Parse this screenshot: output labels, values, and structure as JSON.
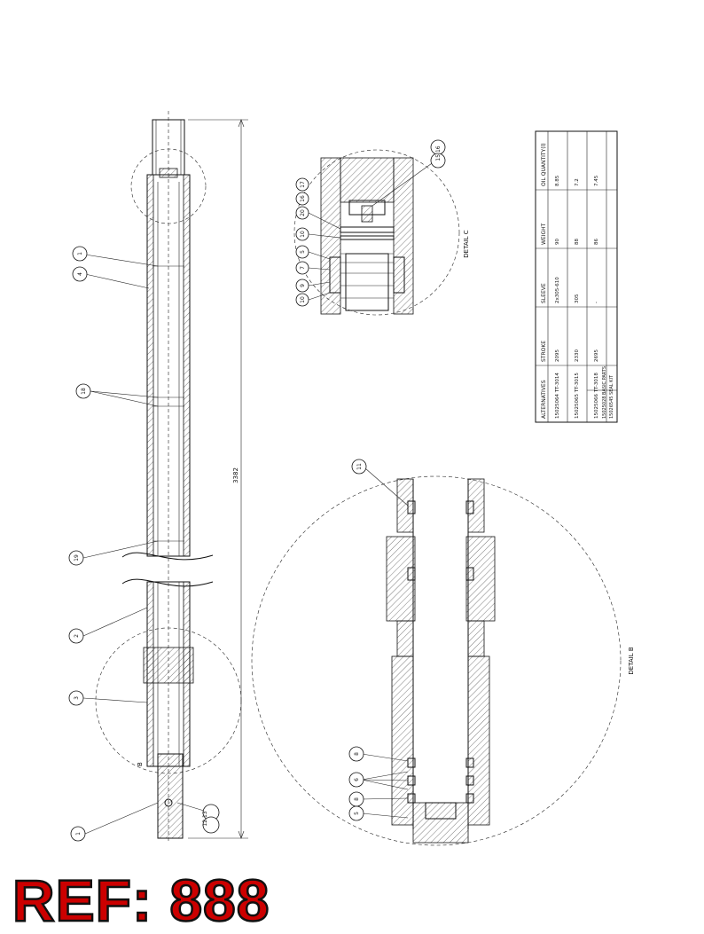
{
  "reference": "REF: 888",
  "dimension": "3382",
  "detail_b_label": "DETAIL B",
  "detail_c_label": "DETAIL C",
  "marker_b": "B",
  "callouts_main": [
    "1",
    "4",
    "18",
    "19",
    "2",
    "3",
    "1",
    "12 13"
  ],
  "callouts_detail_c": [
    "15 16",
    "10",
    "9",
    "7",
    "5",
    "10",
    "20",
    "16",
    "17"
  ],
  "callouts_detail_b": [
    "11",
    "8",
    "6",
    "8",
    "5"
  ],
  "table": {
    "headers": [
      "ALTERNATIVES",
      "STROKE",
      "SLEEVE",
      "WEIGHT",
      "OIL QUANTITY(l)"
    ],
    "rows": [
      [
        "15025064 TT-3014",
        "2095",
        "2x305-610",
        "90",
        "8.85"
      ],
      [
        "15025065 TT-3015",
        "2330",
        "305",
        "88",
        "7.2"
      ],
      [
        "15025066 TT-3018",
        "2695",
        "-",
        "86",
        "7.45"
      ]
    ],
    "extra_rows": [
      "15025028 BASIC PARTS",
      "15026545 SEAL KIT"
    ]
  }
}
